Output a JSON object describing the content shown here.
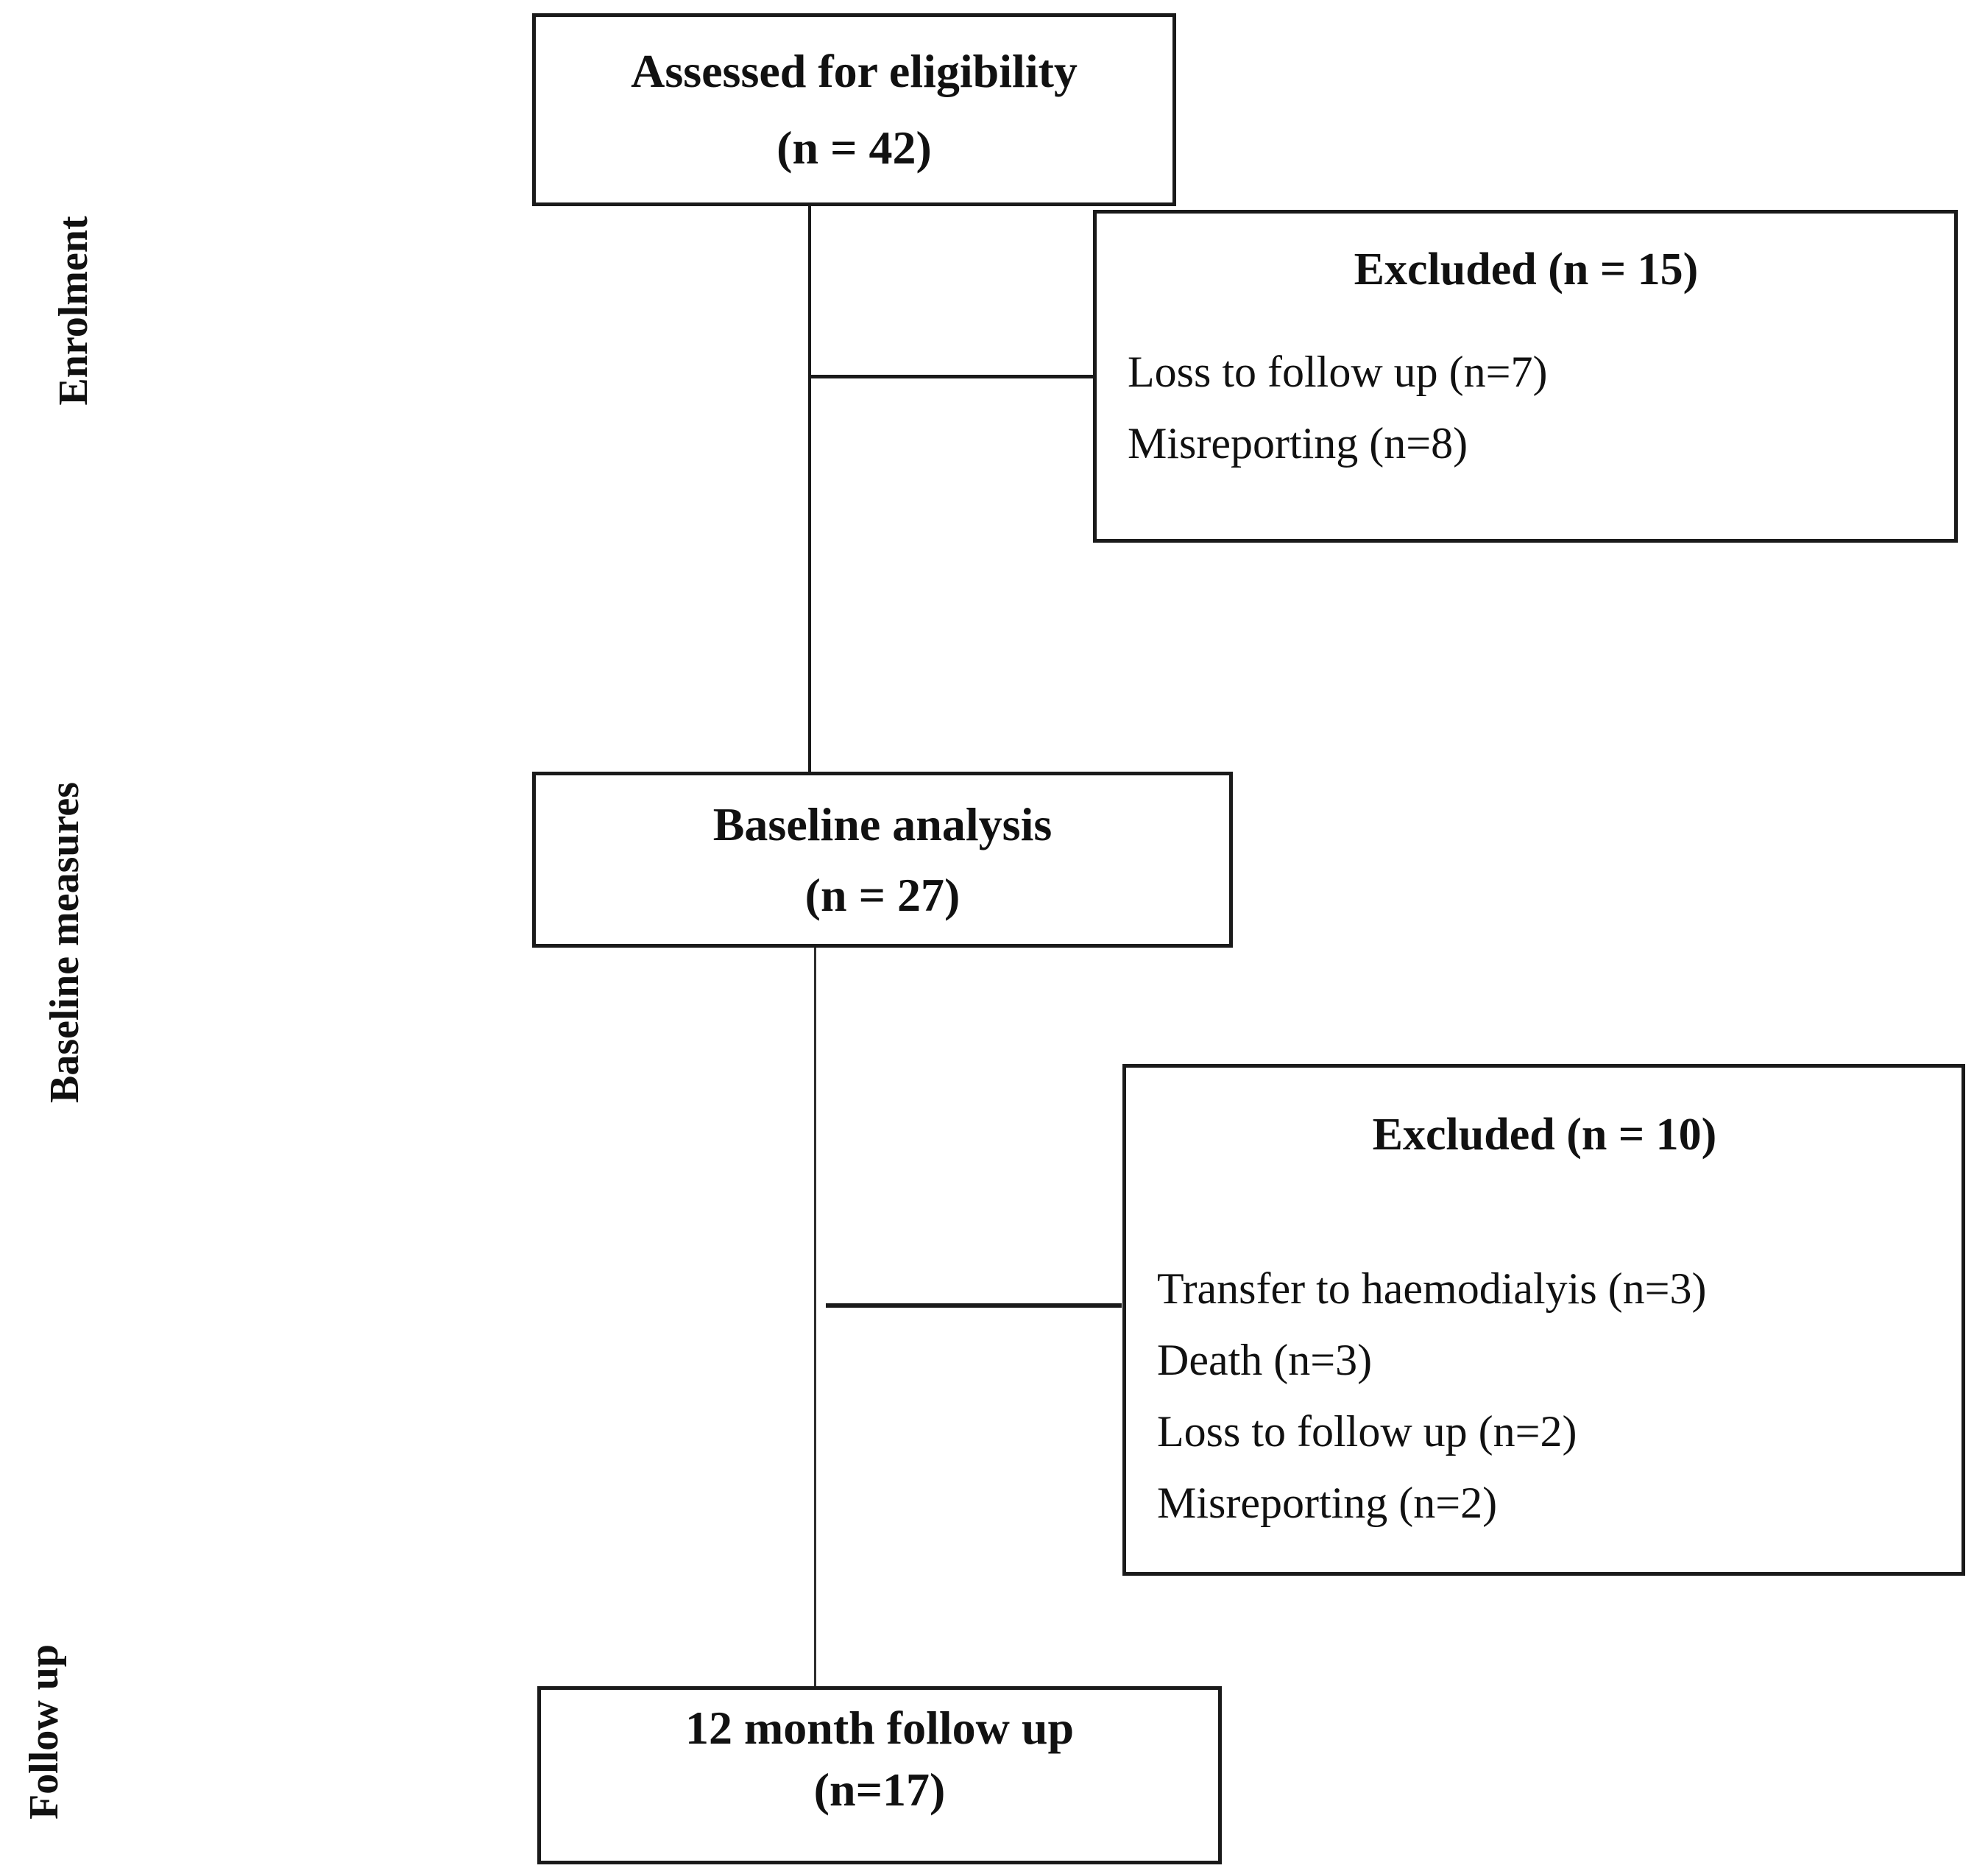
{
  "diagram": {
    "stage_labels": [
      {
        "label": "Enrolment"
      },
      {
        "label": "Baseline measures"
      },
      {
        "label": "Follow up"
      }
    ],
    "boxes": {
      "assessed": {
        "line1": "Assessed for eligibility",
        "line2": "(n = 42)"
      },
      "excluded1": {
        "title": "Excluded (n = 15)",
        "items": [
          "Loss to follow up (n=7)",
          "Misreporting (n=8)"
        ]
      },
      "baseline": {
        "line1": "Baseline analysis",
        "line2": "(n = 27)"
      },
      "excluded2": {
        "title": "Excluded (n = 10)",
        "items": [
          "Transfer to haemodialyis (n=3)",
          "Death (n=3)",
          "Loss to follow up (n=2)",
          "Misreporting (n=2)"
        ]
      },
      "followup": {
        "line1": "12 month follow up",
        "line2": "(n=17)"
      }
    },
    "colors": {
      "border": "#1a1a1a",
      "text": "#111111",
      "background": "#ffffff"
    }
  }
}
